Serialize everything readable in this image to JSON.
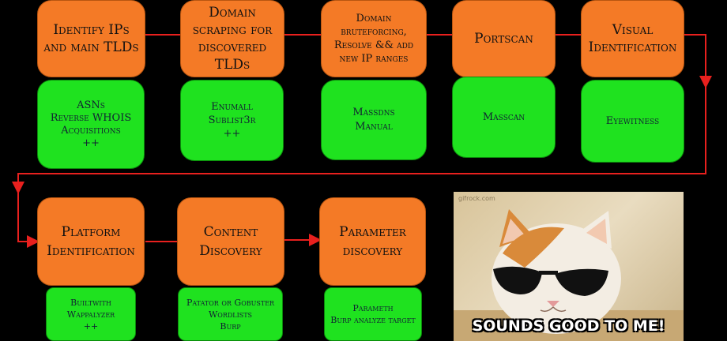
{
  "stages": [
    {
      "id": "s1",
      "title": "Identify IPs\nand main TLDs",
      "tools": "ASNs\nReverse WHOIS\nAcquisitions\n++"
    },
    {
      "id": "s2",
      "title": "Domain\nscraping for\ndiscovered TLDs",
      "tools": "Enumall\nSublist3r\n++"
    },
    {
      "id": "s3",
      "title": "Domain\nbruteforcing,\nResolve && add\nnew IP ranges",
      "tools": "Massdns\nManual"
    },
    {
      "id": "s4",
      "title": "Portscan",
      "tools": "Masscan"
    },
    {
      "id": "s5",
      "title": "Visual\nIdentification",
      "tools": "Eyewitness"
    },
    {
      "id": "s6",
      "title": "Platform\nIdentification",
      "tools": "Builtwith\nWappalyzer\n++"
    },
    {
      "id": "s7",
      "title": "Content\nDiscovery",
      "tools": "Patator or Gobuster\nWordlists\nBurp"
    },
    {
      "id": "s8",
      "title": "Parameter\ndiscovery",
      "tools": "Parameth\nBurp analyze target"
    }
  ],
  "gif": {
    "watermark": "gifrock.com",
    "caption": "SOUNDS GOOD TO ME!"
  },
  "colors": {
    "title_box": "#f47a26",
    "tool_box": "#1fe21f",
    "arrow": "#e8201e",
    "background": "#000000"
  }
}
